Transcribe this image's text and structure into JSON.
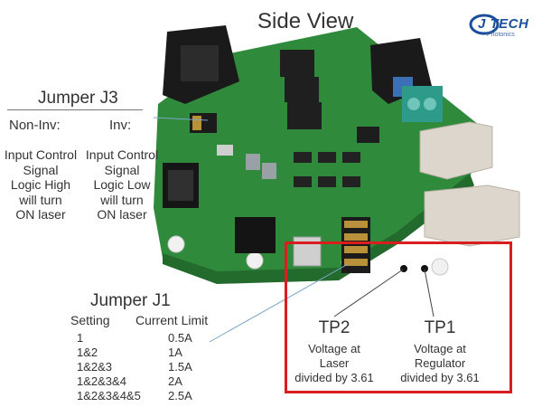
{
  "title": "Side View",
  "logo": {
    "name": "J TECH",
    "sub": "Photonics"
  },
  "jumper_j3": {
    "title": "Jumper J3",
    "non_inv": {
      "label": "Non-Inv:",
      "lines": [
        "Input Control",
        "Signal",
        "Logic High",
        "will turn",
        "ON laser"
      ]
    },
    "inv": {
      "label": "Inv:",
      "lines": [
        "Input Control",
        "Signal",
        "Logic Low",
        "will turn",
        "ON laser"
      ]
    }
  },
  "jumper_j1": {
    "title": "Jumper J1",
    "headers": [
      "Setting",
      "Current Limit"
    ],
    "rows": [
      [
        "1",
        "0.5A"
      ],
      [
        "1&2",
        "1A"
      ],
      [
        "1&2&3",
        "1.5A"
      ],
      [
        "1&2&3&4",
        "2A"
      ],
      [
        "1&2&3&4&5",
        "2.5A"
      ]
    ]
  },
  "tp2": {
    "label": "TP2",
    "lines": [
      "Voltage at",
      "Laser",
      "divided by 3.61"
    ]
  },
  "tp1": {
    "label": "TP1",
    "lines": [
      "Voltage at",
      "Regulator",
      "divided by 3.61"
    ]
  },
  "colors": {
    "pcb": "#2f8a3c",
    "callout_box": "#d81e1e",
    "logo": "#1b4f9c"
  }
}
